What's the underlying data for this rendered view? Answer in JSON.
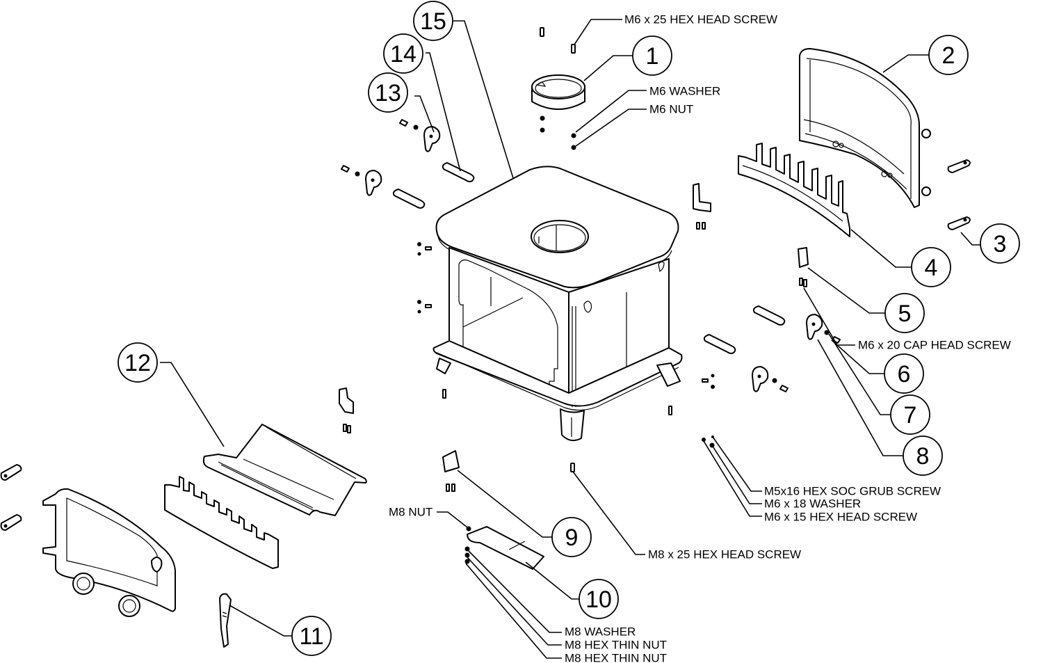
{
  "diagram": {
    "title": "Stove exploded parts diagram",
    "background": "#ffffff",
    "line_color": "#000000"
  },
  "callouts": [
    {
      "number": "1",
      "part": "flue collar"
    },
    {
      "number": "2",
      "part": "rear door"
    },
    {
      "number": "3",
      "part": "door hinge pin bracket"
    },
    {
      "number": "4",
      "part": "rear fret / log guard"
    },
    {
      "number": "5",
      "part": "bracket"
    },
    {
      "number": "6",
      "part": "handle spacer"
    },
    {
      "number": "7",
      "part": "screw"
    },
    {
      "number": "8",
      "part": "cam latch"
    },
    {
      "number": "9",
      "part": "bracket"
    },
    {
      "number": "10",
      "part": "plate"
    },
    {
      "number": "11",
      "part": "door handle tool"
    },
    {
      "number": "12",
      "part": "baffle plate"
    },
    {
      "number": "13",
      "part": "cam latch"
    },
    {
      "number": "14",
      "part": "pin"
    },
    {
      "number": "15",
      "part": "stove body"
    }
  ],
  "labels": {
    "m6x25_hex_head_screw": "M6 x 25 HEX HEAD SCREW",
    "m6_washer": "M6 WASHER",
    "m6_nut": "M6 NUT",
    "m6x20_cap_head_screw": "M6 x 20 CAP HEAD SCREW",
    "m5x16_hex_soc_grub_screw": "M5x16 HEX SOC GRUB SCREW",
    "m6x18_washer": "M6 x 18 WASHER",
    "m6x15_hex_head_screw": "M6 x 15 HEX HEAD SCREW",
    "m8x25_hex_head_screw": "M8 x 25 HEX HEAD SCREW",
    "m8_nut": "M8 NUT",
    "m8_washer": "M8 WASHER",
    "m8_hex_thin_nut_1": "M8 HEX THIN NUT",
    "m8_hex_thin_nut_2": "M8 HEX THIN NUT"
  }
}
